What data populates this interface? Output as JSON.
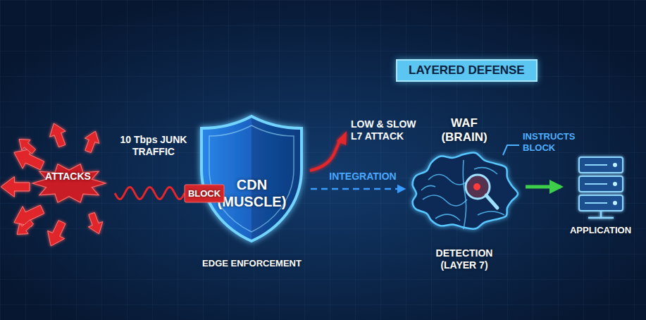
{
  "diagram": {
    "title": "LAYERED DEFENSE",
    "nodes": [
      {
        "text": [
          "ATTACKS"
        ]
      },
      {
        "text": [
          "BLOCK"
        ]
      },
      {
        "text": [
          "CDN (MUSCLE)",
          "EDGE ENFORCEMENT"
        ]
      },
      {
        "text": [
          "WAF (BRAIN)",
          "DETECTION (LAYER 7)"
        ]
      },
      {
        "text": [
          "APPLICATION"
        ]
      }
    ],
    "edges": [
      {
        "from": 0,
        "to": 1,
        "label": "10 Tbps JUNK TRAFFIC",
        "arrow": "none"
      },
      {
        "from": 2,
        "to": 3,
        "label": "INTEGRATION",
        "arrow": "to"
      },
      {
        "from": 3,
        "to": 4,
        "arrow": "to"
      }
    ],
    "labels": [
      "LOW & SLOW L7 ATTACK",
      "INSTRUCTS BLOCK"
    ]
  }
}
